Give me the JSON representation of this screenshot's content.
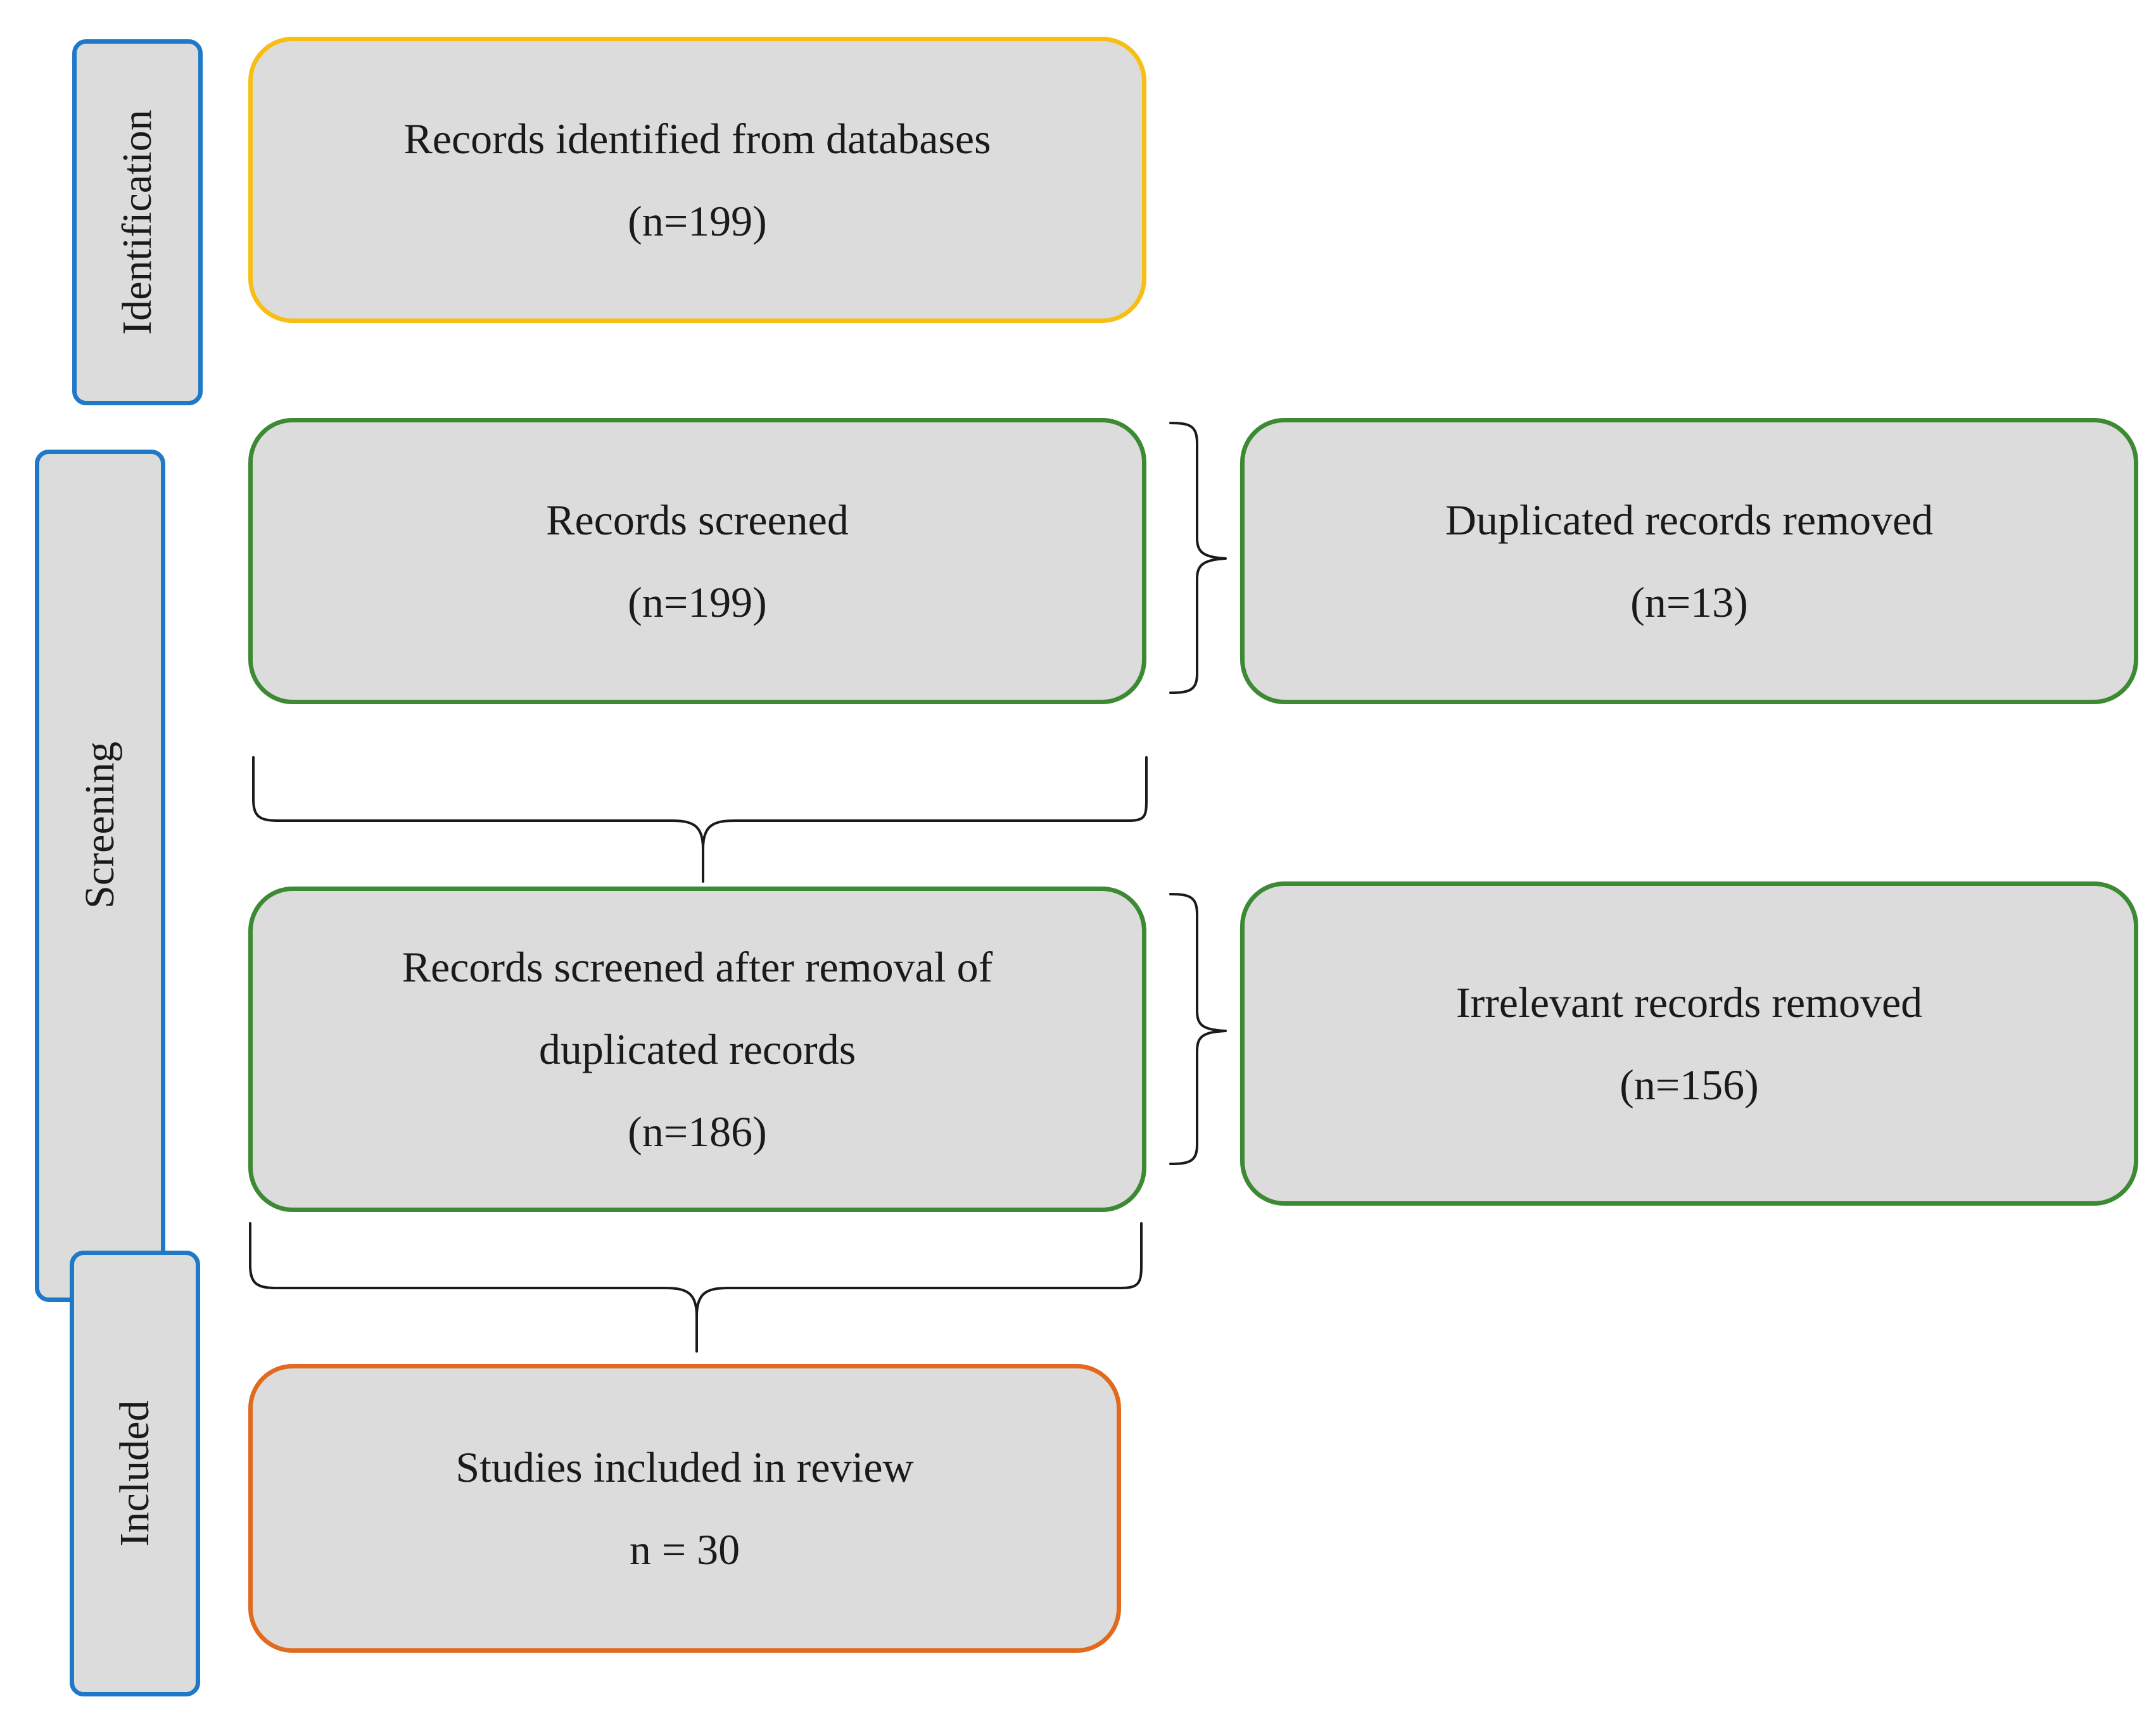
{
  "stages": {
    "identification": "Identification",
    "screening": "Screening",
    "included": "Included"
  },
  "boxes": {
    "identified": {
      "label": "Records identified from databases",
      "count": "(n=199)"
    },
    "screened": {
      "label": "Records screened",
      "count": "(n=199)"
    },
    "duplicates_removed": {
      "label": "Duplicated records removed",
      "count": "(n=13)"
    },
    "after_dedup": {
      "label_line1": "Records screened after removal of",
      "label_line2": "duplicated records",
      "count": "(n=186)"
    },
    "irrelevant_removed": {
      "label": "Irrelevant records removed",
      "count": "(n=156)"
    },
    "included": {
      "label": "Studies included in review",
      "count": "n = 30"
    }
  },
  "colors": {
    "stage_border": "#1f78c8",
    "box_fill": "#dcdcdc",
    "identification_border": "#f7be16",
    "screening_border": "#3c8a33",
    "included_border": "#e06a1e",
    "connector": "#1a1a1a"
  }
}
